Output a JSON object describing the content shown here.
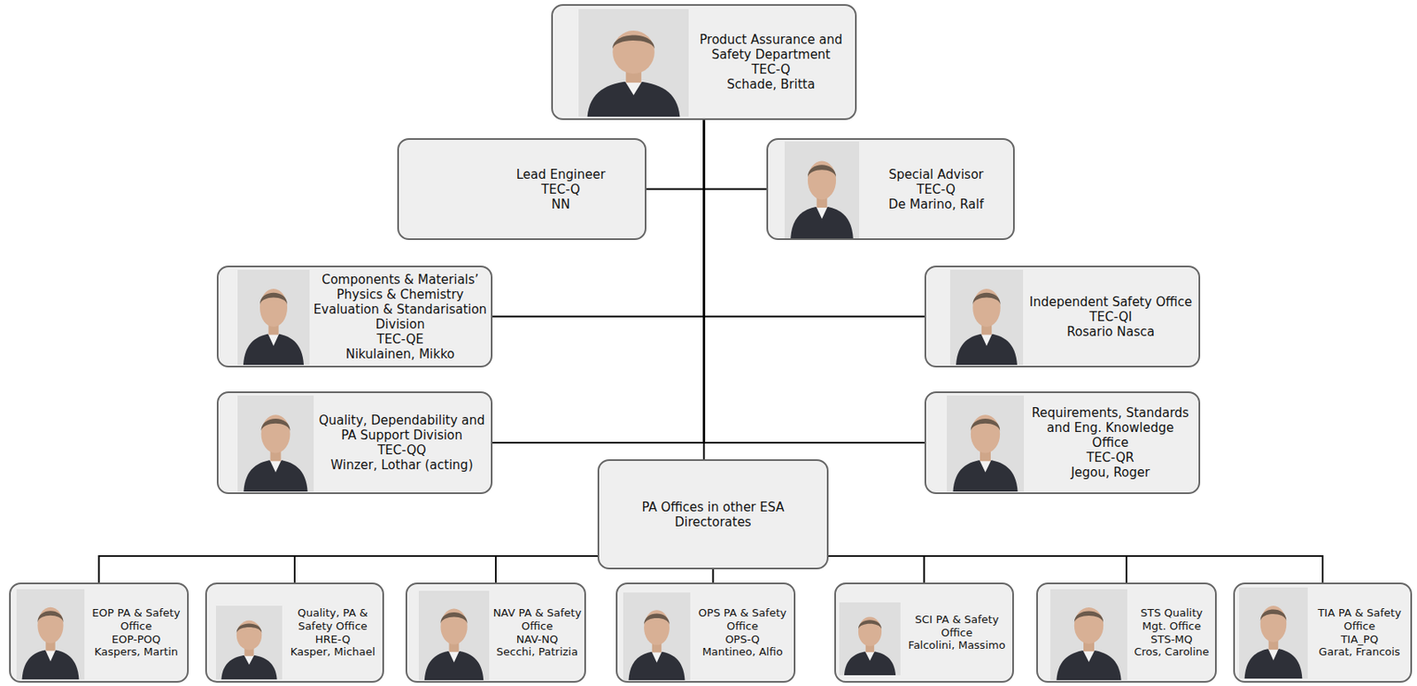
{
  "diagram": {
    "nodes": [
      {
        "text": [
          "Product Assurance and Safety Department",
          "TEC-Q",
          "Schade, Britta"
        ]
      },
      {
        "text": [
          "Lead Engineer",
          "TEC-Q",
          "NN"
        ]
      },
      {
        "text": [
          "Special Advisor",
          "TEC-Q",
          "De Marino, Ralf"
        ]
      },
      {
        "text": [
          "Components & Materials’ Physics & Chemistry Evaluation & Standarisation Division",
          "TEC-QE",
          "Nikulainen, Mikko"
        ]
      },
      {
        "text": [
          "Independent Safety Office",
          "TEC-QI",
          "Rosario Nasca"
        ]
      },
      {
        "text": [
          "Quality, Dependability and PA Support Division",
          "TEC-QQ",
          "Winzer, Lothar (acting)"
        ]
      },
      {
        "text": [
          "Requirements, Standards and Eng. Knowledge Office",
          "TEC-QR",
          "Jegou, Roger"
        ]
      },
      {
        "text": [
          "PA Offices in other ESA Directorates"
        ]
      },
      {
        "text": [
          "EOP PA & Safety Office",
          "EOP-POQ",
          "Kaspers, Martin"
        ]
      },
      {
        "text": [
          "Quality, PA & Safety Office",
          "HRE-Q",
          "Kasper, Michael"
        ]
      },
      {
        "text": [
          "NAV PA & Safety Office",
          "NAV-NQ",
          "Secchi, Patrizia"
        ]
      },
      {
        "text": [
          "OPS PA & Safety Office",
          "OPS-Q",
          "Mantineo, Alfio"
        ]
      },
      {
        "text": [
          "SCI PA & Safety Office",
          "Falcolini, Massimo"
        ]
      },
      {
        "text": [
          "STS Quality Mgt. Office",
          "STS-MQ",
          "Cros, Caroline"
        ]
      },
      {
        "text": [
          "TIA PA & Safety Office",
          "TIA_PQ",
          "Garat, Francois"
        ]
      }
    ],
    "edges": [
      {
        "from": 0,
        "to": 1,
        "arrow": "none"
      },
      {
        "from": 0,
        "to": 2,
        "arrow": "none"
      },
      {
        "from": 0,
        "to": 3,
        "arrow": "none"
      },
      {
        "from": 0,
        "to": 4,
        "arrow": "none"
      },
      {
        "from": 0,
        "to": 5,
        "arrow": "none"
      },
      {
        "from": 0,
        "to": 6,
        "arrow": "none"
      },
      {
        "from": 0,
        "to": 7,
        "arrow": "none"
      },
      {
        "from": 7,
        "to": 8,
        "arrow": "none"
      },
      {
        "from": 7,
        "to": 9,
        "arrow": "none"
      },
      {
        "from": 7,
        "to": 10,
        "arrow": "none"
      },
      {
        "from": 7,
        "to": 11,
        "arrow": "none"
      },
      {
        "from": 7,
        "to": 12,
        "arrow": "none"
      },
      {
        "from": 7,
        "to": 13,
        "arrow": "none"
      },
      {
        "from": 7,
        "to": 14,
        "arrow": "none"
      }
    ]
  }
}
